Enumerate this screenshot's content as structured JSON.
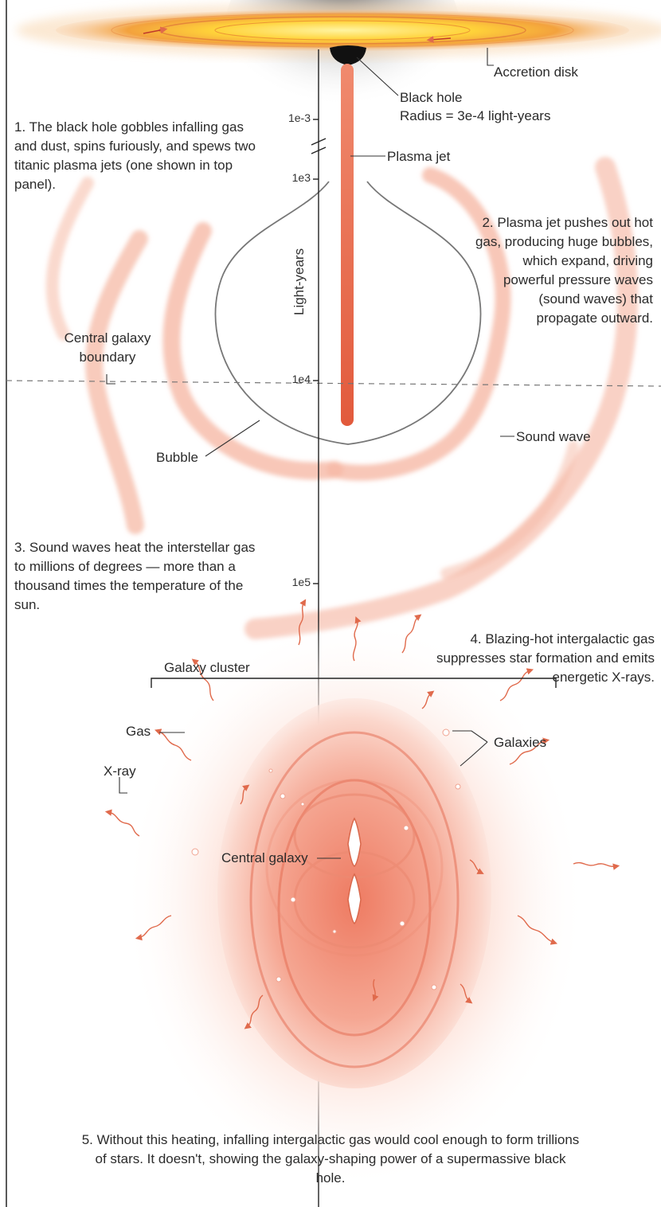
{
  "labels": {
    "accretion_disk": "Accretion disk",
    "black_hole": "Black hole",
    "radius": "Radius = 3e-4 light-years",
    "plasma_jet": "Plasma jet",
    "central_galaxy_boundary_line1": "Central galaxy",
    "central_galaxy_boundary_line2": "boundary",
    "bubble": "Bubble",
    "sound_wave": "Sound wave",
    "galaxy_cluster": "Galaxy cluster",
    "gas": "Gas",
    "galaxies": "Galaxies",
    "x_ray": "X-ray",
    "central_galaxy": "Central galaxy"
  },
  "axis": {
    "title": "Light-years",
    "ticks": [
      "1e-3",
      "1e3",
      "1e4",
      "1e5"
    ]
  },
  "steps": {
    "s1": "1. The black hole gobbles infalling gas and dust, spins furiously, and spews two titanic plasma jets (one shown in top panel).",
    "s2": "2. Plasma jet pushes out hot gas, producing huge bubbles, which expand, driving powerful pressure waves (sound waves) that propagate outward.",
    "s3": "3. Sound waves heat the interstellar gas to millions of degrees — more than a thousand times the temperature of the sun.",
    "s4": "4. Blazing-hot intergalactic gas suppresses star formation and emits energetic X-rays.",
    "s5": "5. Without this heating, infalling intergalactic gas would cool enough to form trillions of stars. It doesn't, showing the galaxy-shaping power of a supermassive black hole."
  },
  "colors": {
    "jet": "#e8654a",
    "wave": "#f6b9a6",
    "disk_inner": "#ffe34d",
    "disk_outer": "#f29a3c",
    "gas": "#f4a08c",
    "arrow": "#e06a4c"
  }
}
